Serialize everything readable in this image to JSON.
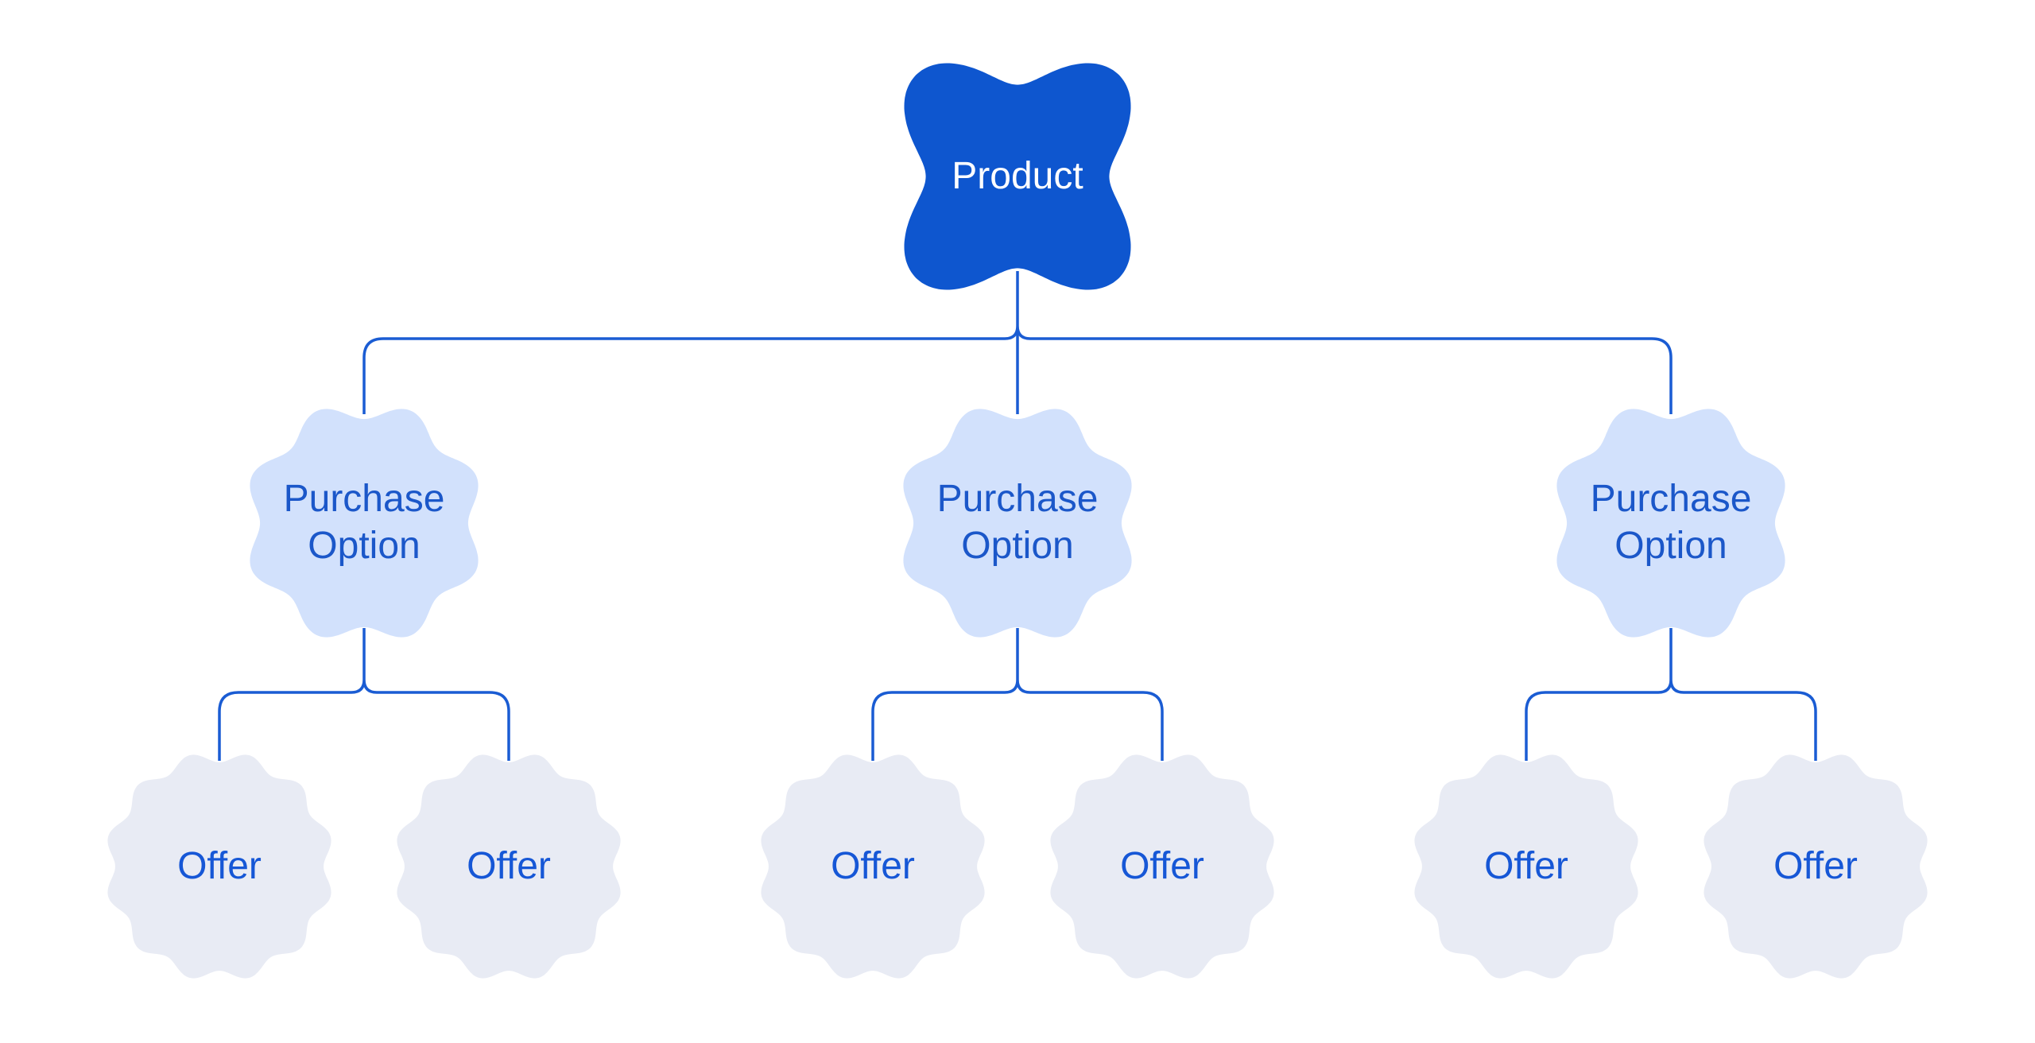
{
  "nodes": {
    "product": {
      "label": "Product"
    },
    "purchase_options": [
      {
        "label": "Purchase Option",
        "offers": [
          {
            "label": "Offer"
          },
          {
            "label": "Offer"
          }
        ]
      },
      {
        "label": "Purchase Option",
        "offers": [
          {
            "label": "Offer"
          },
          {
            "label": "Offer"
          }
        ]
      },
      {
        "label": "Purchase Option",
        "offers": [
          {
            "label": "Offer"
          },
          {
            "label": "Offer"
          }
        ]
      }
    ]
  },
  "colors": {
    "background": "#ffffff",
    "product_fill": "#0e56cf",
    "product_text": "#ffffff",
    "purchase_option_fill": "#d2e1fc",
    "purchase_option_text": "#1b57c9",
    "offer_fill": "#e8ebf4",
    "offer_text": "#1657d6",
    "connector": "#1a5cd3"
  }
}
